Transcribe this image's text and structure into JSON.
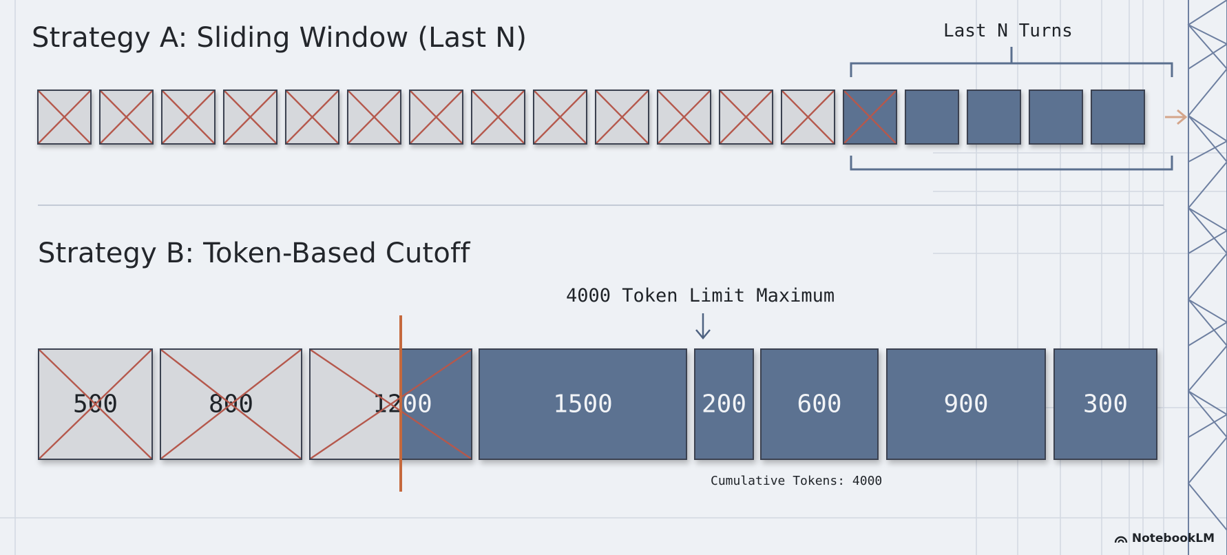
{
  "strategy_a": {
    "title": "Strategy A: Sliding Window (Last N)",
    "window_label": "Last N Turns",
    "blocks": [
      {
        "state": "dropped"
      },
      {
        "state": "dropped"
      },
      {
        "state": "dropped"
      },
      {
        "state": "dropped"
      },
      {
        "state": "dropped"
      },
      {
        "state": "dropped"
      },
      {
        "state": "dropped"
      },
      {
        "state": "dropped"
      },
      {
        "state": "dropped"
      },
      {
        "state": "dropped"
      },
      {
        "state": "dropped"
      },
      {
        "state": "dropped"
      },
      {
        "state": "dropped"
      },
      {
        "state": "kept-crossed"
      },
      {
        "state": "kept"
      },
      {
        "state": "kept"
      },
      {
        "state": "kept"
      },
      {
        "state": "kept"
      }
    ]
  },
  "strategy_b": {
    "title": "Strategy B: Token-Based Cutoff",
    "limit_label": "4000 Token Limit Maximum",
    "cumulative_label": "Cumulative Tokens: 4000",
    "blocks": [
      {
        "tokens": "500",
        "state": "dropped"
      },
      {
        "tokens": "800",
        "state": "dropped"
      },
      {
        "tokens": "1200",
        "state": "split"
      },
      {
        "tokens": "1500",
        "state": "kept"
      },
      {
        "tokens": "200",
        "state": "kept"
      },
      {
        "tokens": "600",
        "state": "kept"
      },
      {
        "tokens": "900",
        "state": "kept"
      },
      {
        "tokens": "300",
        "state": "kept"
      }
    ]
  },
  "brand": {
    "name": "NotebookLM"
  },
  "colors": {
    "background": "#eef1f5",
    "kept_block": "#5c7291",
    "dropped_block": "#d6d8dc",
    "cross": "#b5584c",
    "cutoff_line": "#c5693d",
    "bracket": "#5a6f8e"
  }
}
